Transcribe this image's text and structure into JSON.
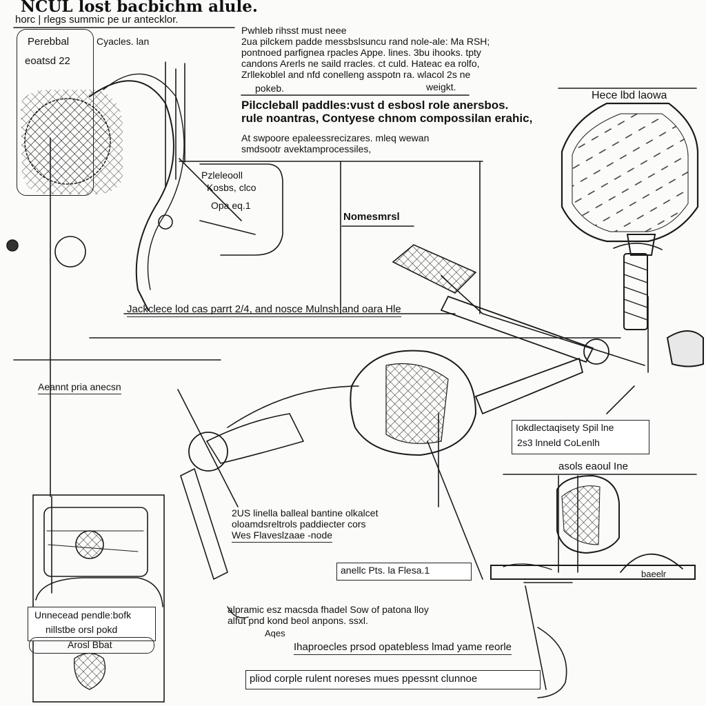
{
  "header": {
    "title": "NCUL lost bacbichm alule.",
    "subtitle": "horc | rlegs summic pe ur antecklor."
  },
  "top_left_card": {
    "title": "Perebbal",
    "value": "eoatsd 22",
    "side_label": "Cyacles. lan"
  },
  "intro_block": {
    "lines": [
      "Pwhleb rihsst must neee",
      "2ua pilckem padde messbslsuncu rand nole-ale: Ma RSH;",
      "pontnoed parfignea rpacles Appe. lines. 3bu ihooks. tpty",
      "candons Arerls ne saild rracles. ct culd. Hateac ea rolfo,",
      "Zrllekoblel and nfd conelleng asspotn ra. wlacol 2s ne"
    ],
    "foot_left": "pokeb.",
    "foot_right": "weigkt."
  },
  "headline": {
    "line1": "Pilccleball paddles:vust d esbosl role anersbos.",
    "line2": "rule noantras, Contyese chnom compossilan erahic,"
  },
  "sub_block": {
    "line1": "At swpoore epaleessrecizares. mleq wewan",
    "line2": "smdsootr avektamprocessiles,"
  },
  "paddle_label": "Hece lbd laowa",
  "callout_1": {
    "line1": "Pzleleooll",
    "line2": "Kosbs, clco",
    "line3": "Opa eq.1"
  },
  "note_label": "Nomesmrsl",
  "center_caption": "Jackclece lod cas parrt 2/4, and nosce Mulnsh and oara Hle",
  "left_caption": "Aeannt  pria anecsn",
  "right_spec": {
    "line1": "Iokdlectaqisety  Spil lne",
    "line2": "2s3 lnneld  CoLenlh"
  },
  "right_label": "asols eaoul Ine",
  "mid_block": {
    "line1": "2US linella balleal bantine olkalcet",
    "line2": "oloamdsreltrols paddiecter cors",
    "line3": "Wes Flaveslzaae -node"
  },
  "mid_caption": "anellc Pts. la Flesa.1",
  "right_bar_label": "baeelr",
  "bottom_left_card": {
    "line1": "Unnecead pendle:bofk",
    "line2": "nillstbe orsl pokd",
    "line3": "Arosl Bbat"
  },
  "bottom_block": {
    "line1": "alpramic esz macsda fhadel Sow of patona lloy",
    "line2": "alfut pnd kond beol  anpons. ssxl.",
    "line3": "Aqes",
    "line4": "Ihaproecles prsod opatebless lmad yame reorle"
  },
  "footer_line": "pliod corple  rulent noreses mues ppessnt clunnoe"
}
